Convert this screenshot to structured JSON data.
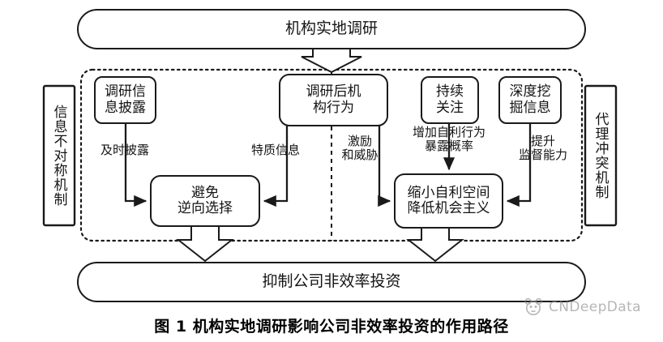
{
  "figure": {
    "caption": "图 1    机构实地调研影响公司非效率投资的作用路径",
    "colors": {
      "stroke": "#1a1a1a",
      "text": "#141414",
      "background": "#ffffff",
      "watermark": "#8a8a8a"
    }
  },
  "nodes": {
    "top": {
      "label": "机构实地调研",
      "shape": "stadium"
    },
    "bottom": {
      "label": "抑制公司非效率投资",
      "shape": "stadium"
    },
    "left_mechanism": {
      "label": "信息不对称机制",
      "shape": "vertical-rect"
    },
    "right_mechanism": {
      "label": "代理冲突机制",
      "shape": "vertical-rect"
    },
    "disclosure": {
      "label": "调研信\n息披露",
      "shape": "rounded-rect"
    },
    "post_behavior": {
      "label": "调研后机\n构行为",
      "shape": "rounded-rect"
    },
    "continuous_attention": {
      "label": "持续\n关注",
      "shape": "rounded-rect"
    },
    "deep_mining": {
      "label": "深度挖\n掘信息",
      "shape": "rounded-rect"
    },
    "avoid_adverse": {
      "label": "避免\n逆向选择",
      "shape": "rounded-rect"
    },
    "shrink_selfinterest": {
      "label": "缩小自利空间\n降低机会主义",
      "shape": "rounded-rect"
    }
  },
  "edge_labels": {
    "timely_disclosure": "及时披露",
    "idiosyncratic_info": "特质信息",
    "incentive_threat": "激励\n和威胁",
    "expose_probability": "增加自利行为\n暴露概率",
    "supervision_ability": "提升\n监督能力"
  },
  "watermark": {
    "text": "CNDeepData",
    "icon": "panda-logo-icon"
  }
}
